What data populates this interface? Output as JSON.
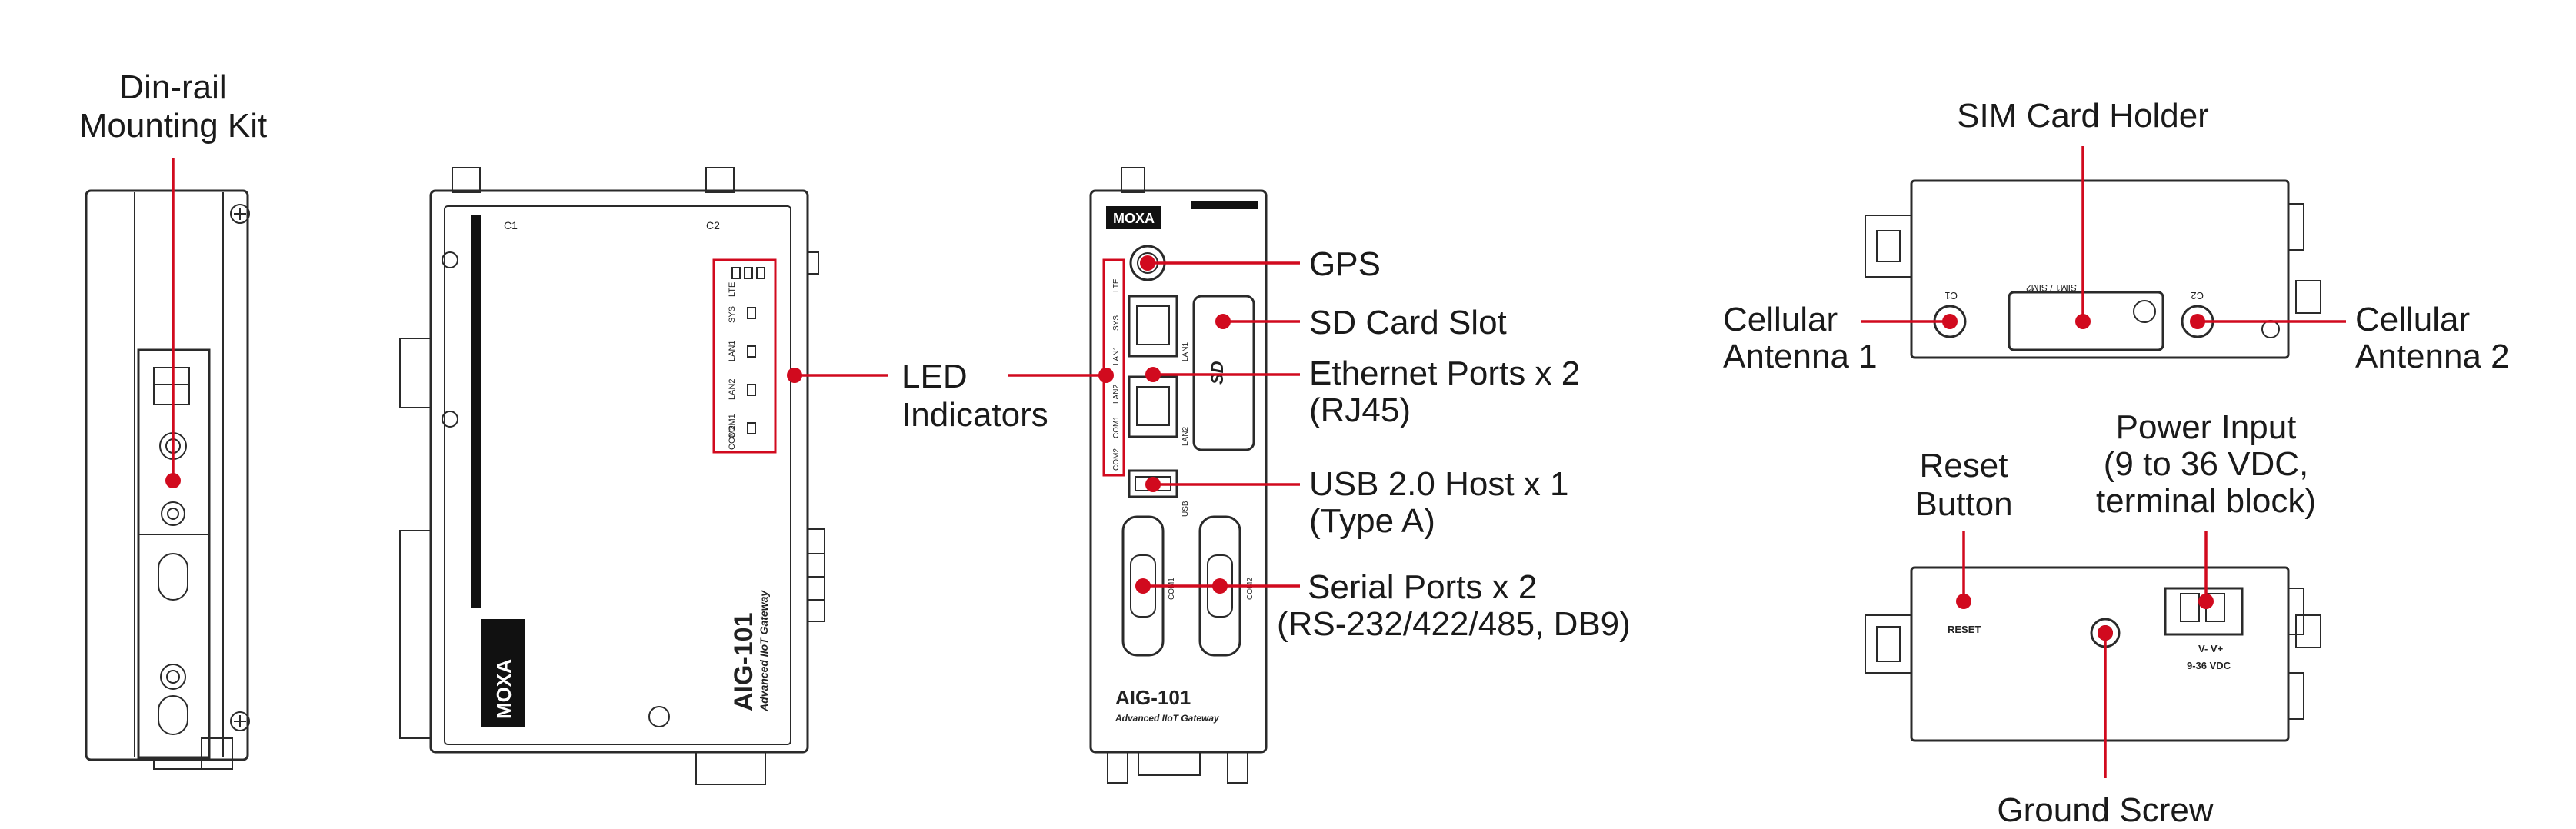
{
  "colors": {
    "accent": "#d10a1e",
    "line": "#2a2a2a",
    "background": "#ffffff"
  },
  "labels": {
    "din_rail": [
      "Din-rail",
      "Mounting Kit"
    ],
    "led": [
      "LED",
      "Indicators"
    ],
    "gps": "GPS",
    "sd": "SD Card Slot",
    "ethernet": [
      "Ethernet Ports x 2",
      "(RJ45)"
    ],
    "usb": [
      "USB 2.0 Host x 1",
      "(Type A)"
    ],
    "serial": [
      "Serial Ports x 2",
      "(RS-232/422/485, DB9)"
    ],
    "sim": "SIM Card Holder",
    "cell1": [
      "Cellular",
      "Antenna 1"
    ],
    "cell2": [
      "Cellular",
      "Antenna 2"
    ],
    "reset": [
      "Reset",
      "Button"
    ],
    "power": [
      "Power Input",
      "(9 to 36 VDC,",
      "terminal block)"
    ],
    "ground": "Ground Screw"
  },
  "device": {
    "brand": "MOXA",
    "model": "AIG-101",
    "subtitle": "Advanced IIoT Gateway",
    "silk_c1": "C1",
    "silk_c2": "C2",
    "silk_sim": "SIM1 / SIM2",
    "silk_reset": "RESET",
    "silk_power": "V- V+",
    "silk_voltage": "9-36 VDC",
    "led_names": [
      "LTE",
      "SYS",
      "LAN1",
      "LAN2",
      "COM1",
      "COM2"
    ],
    "port_lan1": "LAN1",
    "port_lan2": "LAN2",
    "port_usb": "USB",
    "port_com1": "COM1",
    "port_com2": "COM2",
    "port_sd": "SD"
  }
}
